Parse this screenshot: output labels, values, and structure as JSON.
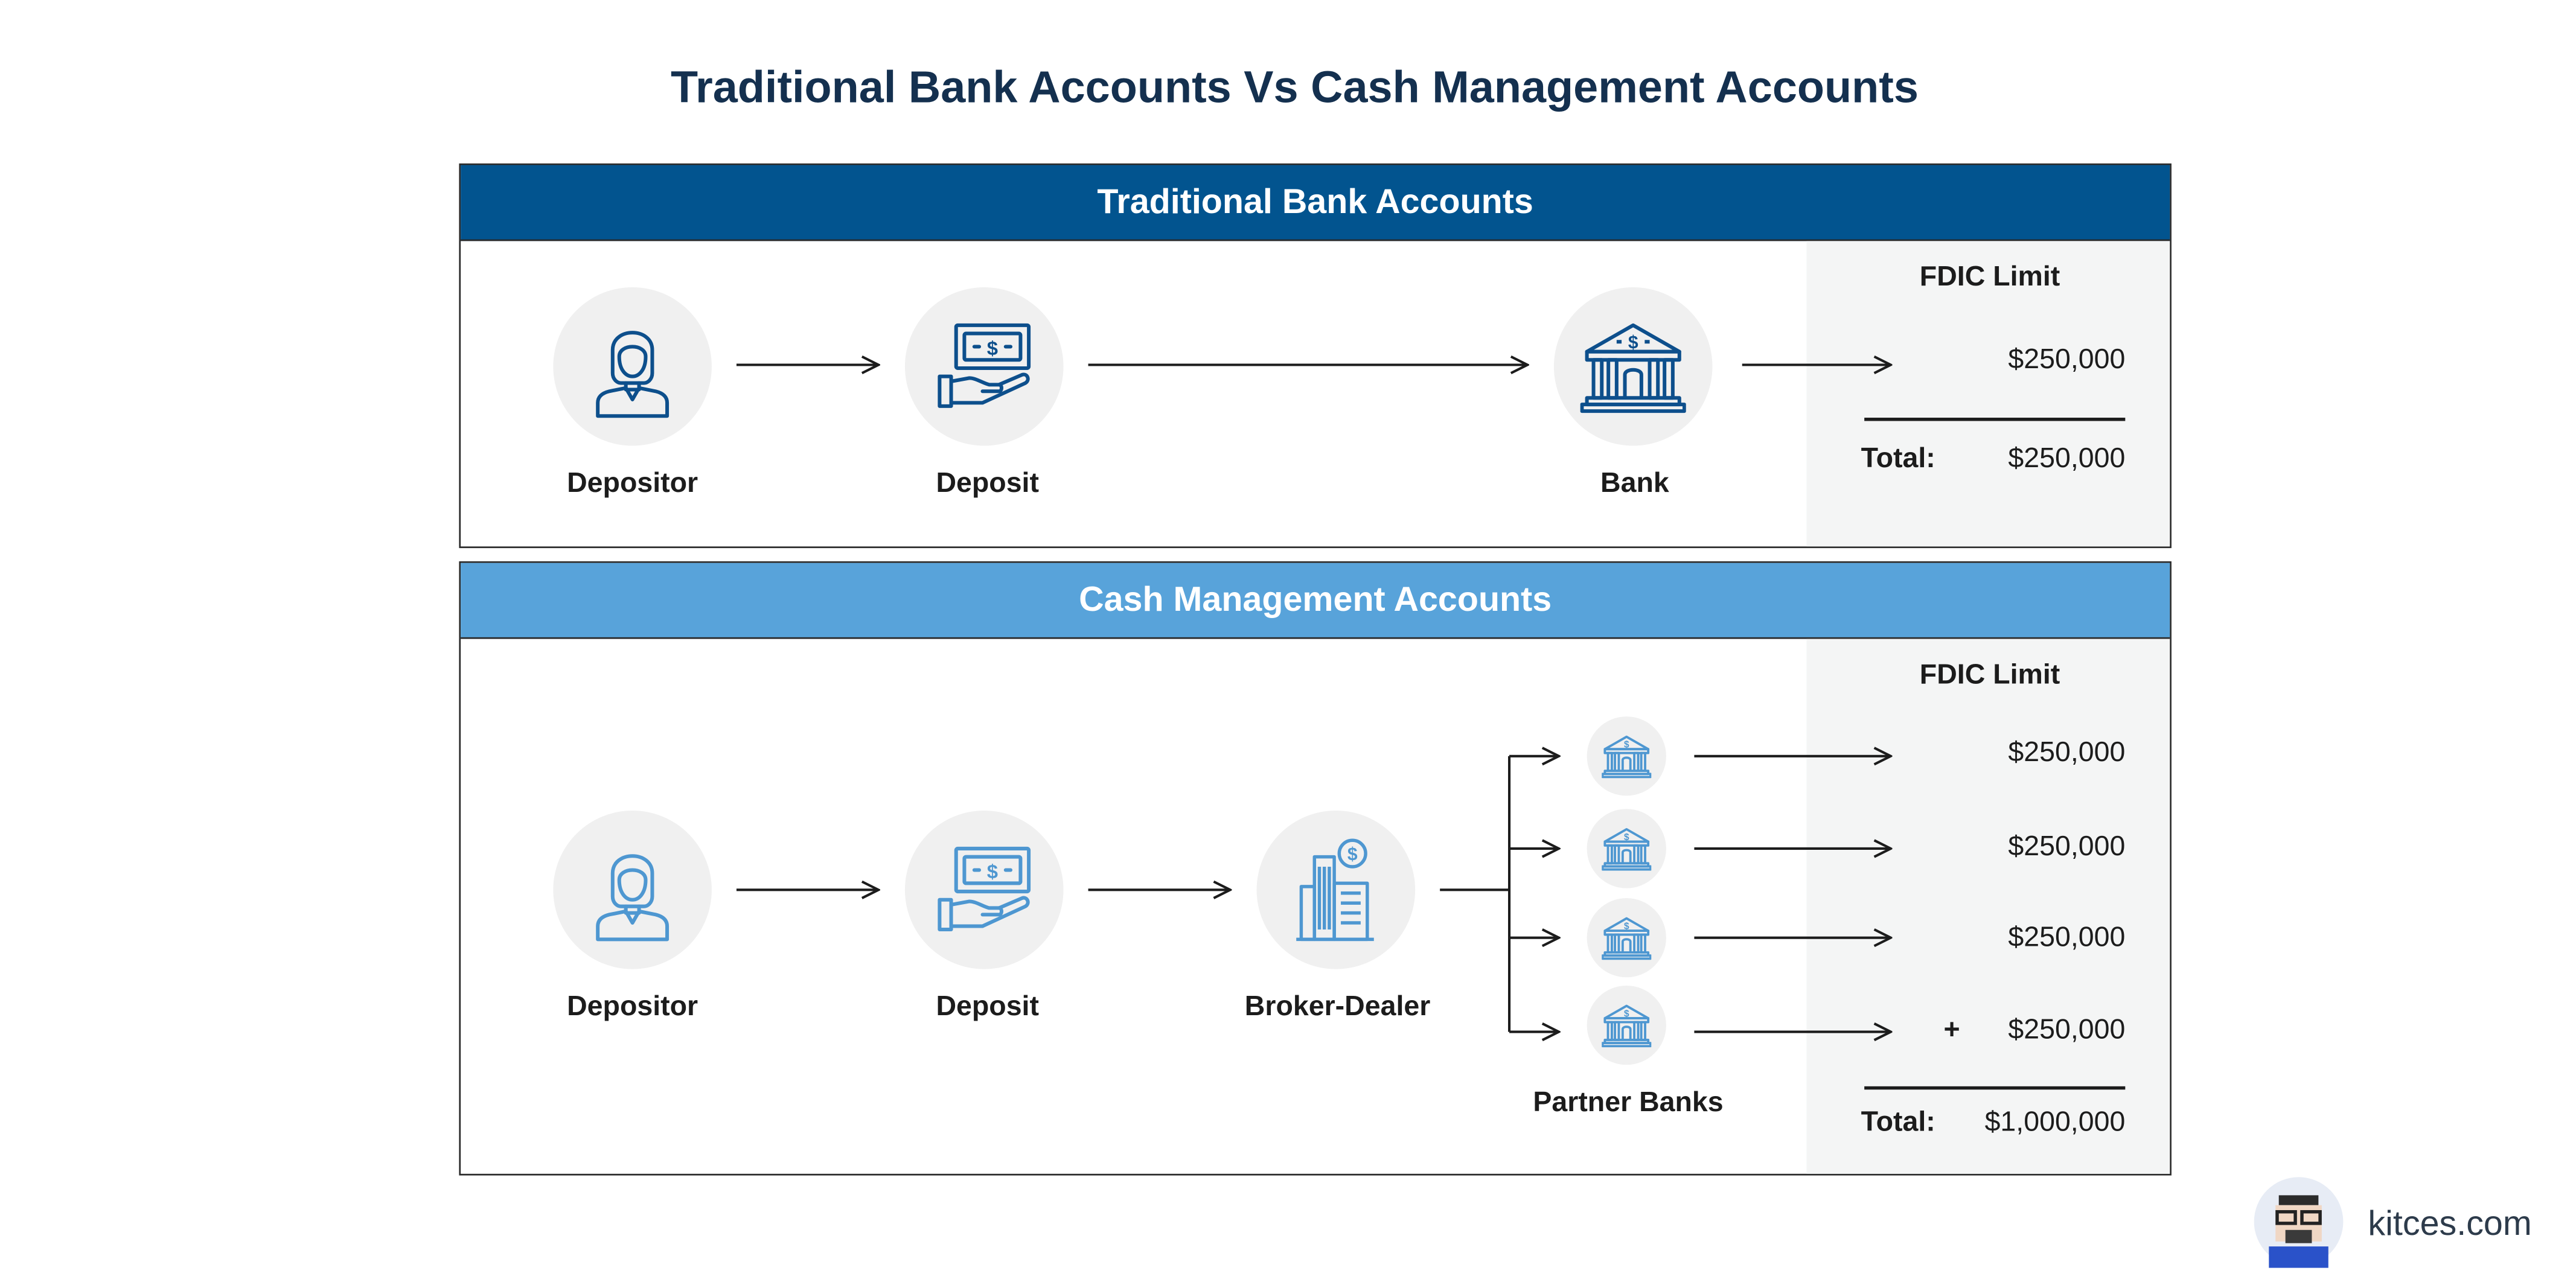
{
  "title": "Traditional Bank Accounts Vs Cash Management Accounts",
  "colors": {
    "title": "#14304f",
    "traditional_header": "#02548f",
    "cash_header": "#58a3da",
    "traditional_icon": "#0d4f8c",
    "cash_icon": "#4e97d1",
    "fdic_column": "#f4f5f5",
    "circle": "#f0f0f0"
  },
  "traditional": {
    "header": "Traditional Bank Accounts",
    "nodes": {
      "depositor": {
        "label": "Depositor",
        "icon": "person-icon"
      },
      "deposit": {
        "label": "Deposit",
        "icon": "cash-in-hand-icon"
      },
      "bank": {
        "label": "Bank",
        "icon": "bank-icon"
      }
    },
    "fdic": {
      "heading": "FDIC Limit",
      "amounts": [
        "$250,000"
      ],
      "total_label": "Total:",
      "total": "$250,000"
    }
  },
  "cash_management": {
    "header": "Cash Management Accounts",
    "nodes": {
      "depositor": {
        "label": "Depositor",
        "icon": "person-icon"
      },
      "deposit": {
        "label": "Deposit",
        "icon": "cash-in-hand-icon"
      },
      "broker_dealer": {
        "label": "Broker-Dealer",
        "icon": "building-dollar-icon"
      }
    },
    "partner_banks_label": "Partner Banks",
    "fdic": {
      "heading": "FDIC Limit",
      "amounts": [
        "$250,000",
        "$250,000",
        "$250,000",
        "$250,000"
      ],
      "plus": "+",
      "total_label": "Total:",
      "total": "$1,000,000"
    }
  },
  "brand": {
    "name": "kitces.com",
    "logo_icon": "pixel-avatar-logo-icon"
  }
}
